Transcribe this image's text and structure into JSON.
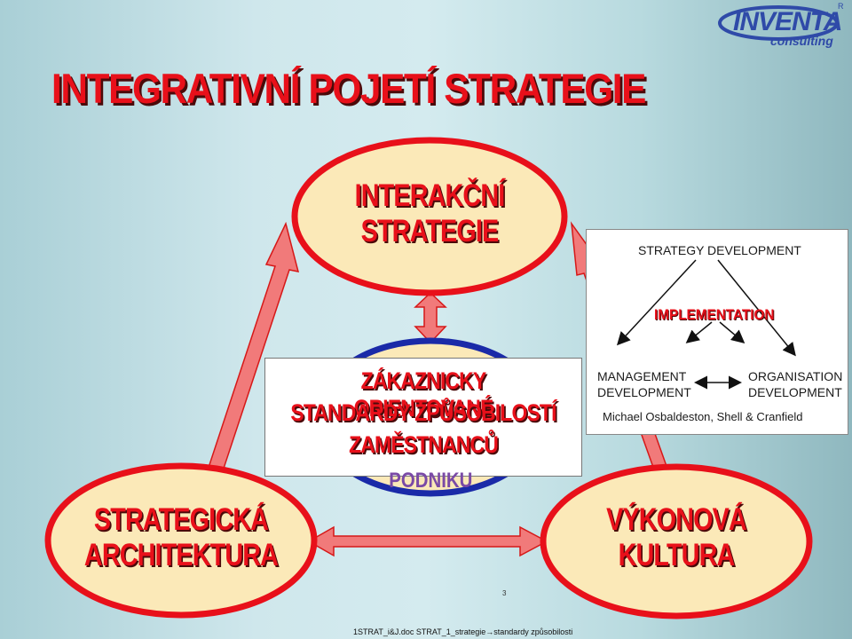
{
  "title": "INTEGRATIVNÍ POJETÍ STRATEGIE",
  "logo": {
    "name": "INVENTA",
    "sub": "consulting",
    "registered": "R"
  },
  "ellipses": {
    "top": [
      "INTERAKČNÍ",
      "STRATEGIE"
    ],
    "left": [
      "STRATEGICKÁ",
      "ARCHITEKTURA"
    ],
    "right": [
      "VÝKONOVÁ",
      "KULTURA"
    ]
  },
  "center_box": [
    "ZÁKAZNICKY ORIENTOVANÉ",
    "STANDARDY ZPŮSOBILOSTÍ",
    "ZAMĚSTNANCŮ"
  ],
  "center_under": "PODNIKU",
  "inset": {
    "top": "STRATEGY DEVELOPMENT",
    "middle": "IMPLEMENTATION",
    "left": [
      "MANAGEMENT",
      "DEVELOPMENT"
    ],
    "right": [
      "ORGANISATION",
      "DEVELOPMENT"
    ],
    "source": "Michael Osbaldeston, Shell & Cranfield"
  },
  "page_number": "3",
  "footer": "1STRAT_i&J.doc STRAT_1_strategie→standardy způsobilosti",
  "colors": {
    "red": "#e8101a",
    "blue": "#1a2aa8",
    "cream": "#fbe9b8"
  }
}
